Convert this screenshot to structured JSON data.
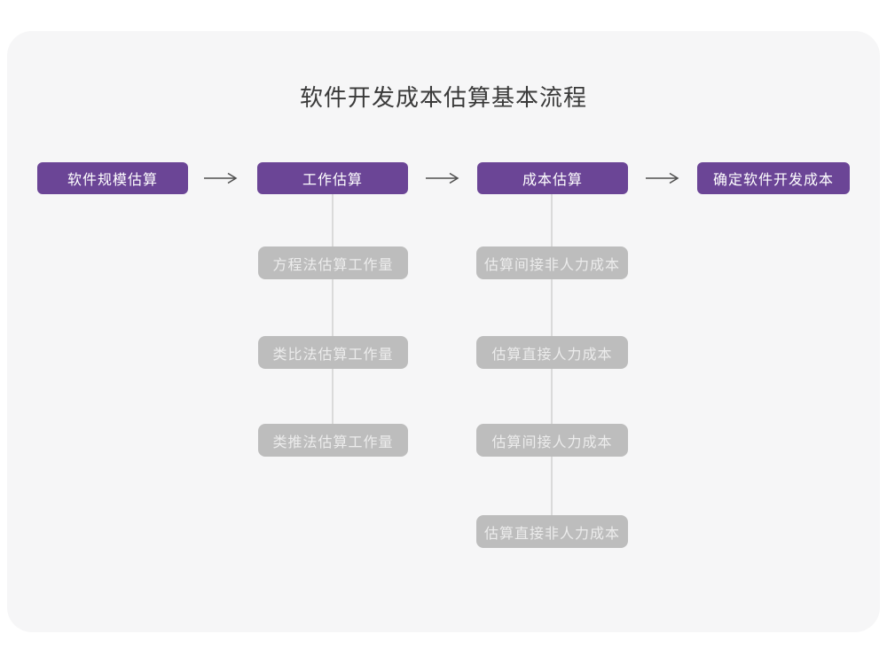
{
  "title": "软件开发成本估算基本流程",
  "colors": {
    "accent_purple": "#6b4596",
    "sub_box_gray": "#bdbdbd",
    "sub_box_text": "#ececec",
    "card_background": "#f6f6f7",
    "page_background": "#ffffff",
    "connector_line": "#dadada",
    "arrow": "#4f4f4f",
    "title_text": "#3a3a3a"
  },
  "icons": {
    "arrow_right": "→"
  },
  "flow": {
    "main_nodes": [
      {
        "label": "软件规模估算"
      },
      {
        "label": "工作估算"
      },
      {
        "label": "成本估算"
      },
      {
        "label": "确定软件开发成本"
      }
    ],
    "work_estimation_methods": [
      {
        "label": "方程法估算工作量"
      },
      {
        "label": "类比法估算工作量"
      },
      {
        "label": "类推法估算工作量"
      }
    ],
    "cost_estimation_steps": [
      {
        "label": "估算间接非人力成本"
      },
      {
        "label": "估算直接人力成本"
      },
      {
        "label": "估算间接人力成本"
      },
      {
        "label": "估算直接非人力成本"
      }
    ]
  }
}
